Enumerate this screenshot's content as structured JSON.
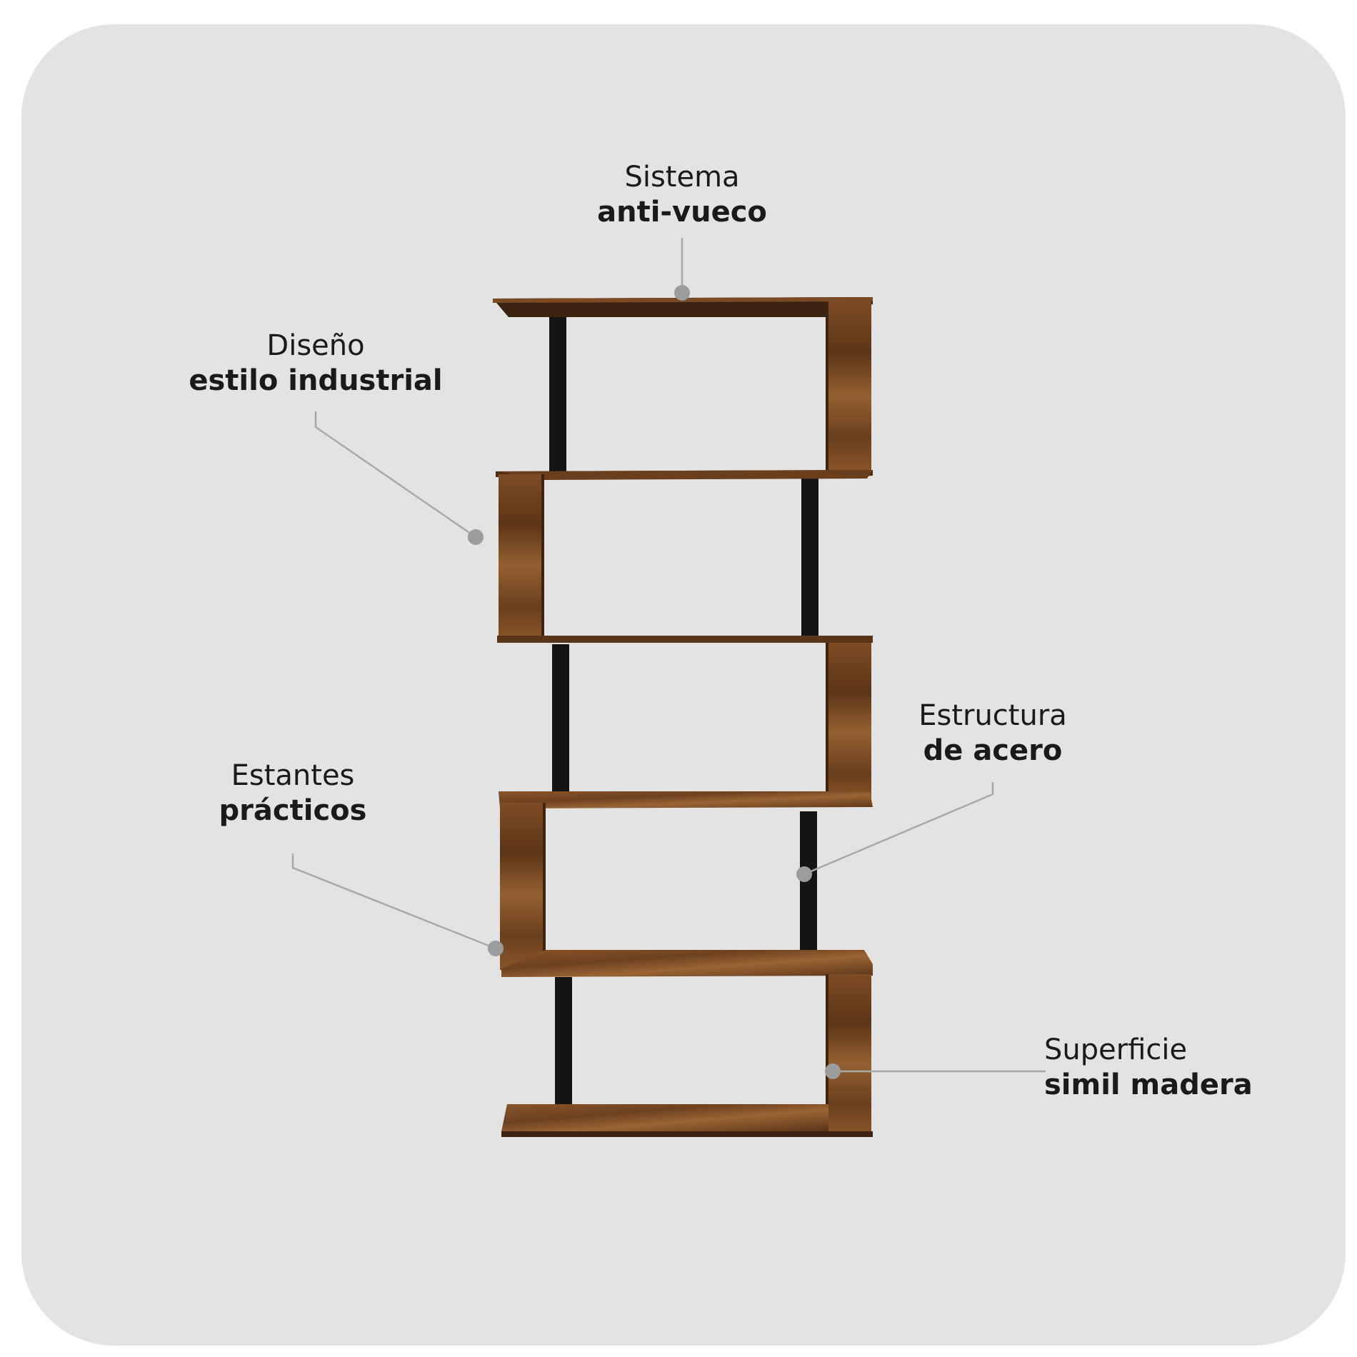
{
  "colors": {
    "background": "#e3e3e3",
    "wood": "#7a4a24",
    "wood_dark": "#4e2d14",
    "wood_light": "#9a6434",
    "steel": "#141414",
    "callout_line": "#a9a9a9",
    "callout_dot": "#9c9c9c",
    "text": "#1a1a1a"
  },
  "callouts": [
    {
      "id": "anti-tip",
      "line1": "Sistema",
      "line2": "anti-vueco"
    },
    {
      "id": "industrial",
      "line1": "Diseño",
      "line2": "estilo industrial"
    },
    {
      "id": "steel",
      "line1": "Estructura",
      "line2": "de acero"
    },
    {
      "id": "shelves",
      "line1": "Estantes",
      "line2": "prácticos"
    },
    {
      "id": "wood",
      "line1": "Superficie",
      "line2": "simil madera"
    }
  ],
  "product": {
    "type": "s-shaped bookshelf",
    "icon": "bookshelf-icon",
    "tiers": 5
  }
}
